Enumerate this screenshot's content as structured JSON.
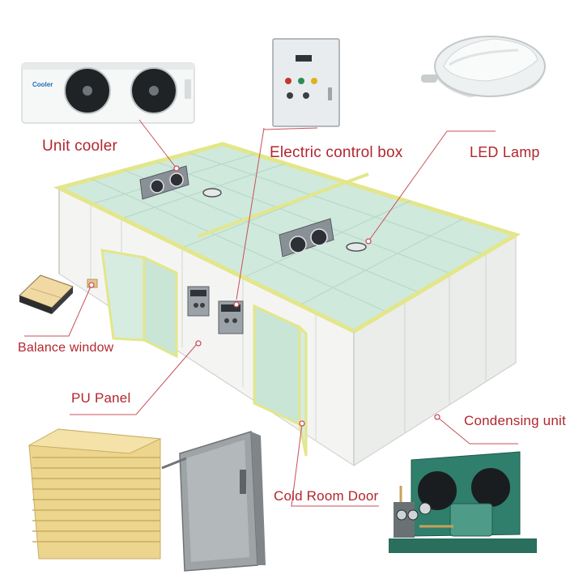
{
  "labels": {
    "unit_cooler": "Unit cooler",
    "electric_control_box": "Electric control box",
    "led_lamp": "LED Lamp",
    "balance_window": "Balance window",
    "pu_panel": "PU Panel",
    "condensing_unit": "Condensing unit",
    "cold_room_door": "Cold Room Door"
  },
  "unit_cooler_brand": "Cooler",
  "colors": {
    "label_text": "#b3262e",
    "leader_line": "#c8505a",
    "panel_frame": "#e3e68a",
    "roof_glass": "#cfe9dd",
    "wall": "#f3f4f2",
    "pu_foam": "#ecd58d",
    "condensing_unit_body": "#2f7f6c",
    "door_metal": "#9ea3a6"
  }
}
